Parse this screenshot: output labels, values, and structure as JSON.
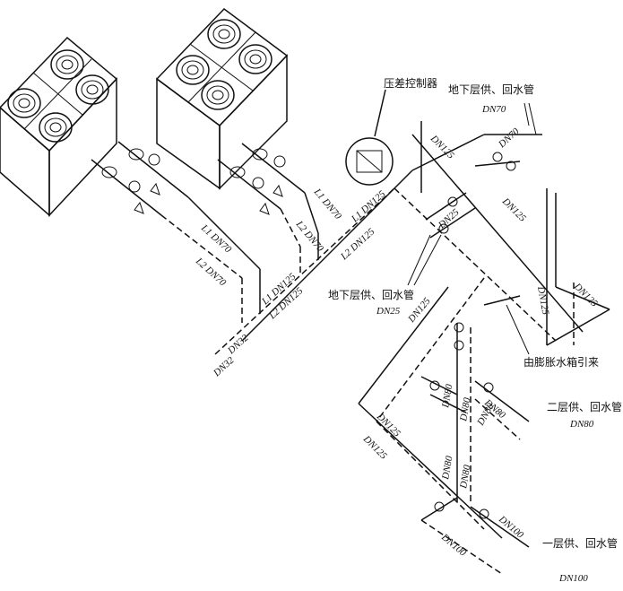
{
  "callouts": {
    "pressure_controller": "压差控制器",
    "basement_top": "地下层供、回水管",
    "basement_top_size": "DN70",
    "basement_left": "地下层供、回水管",
    "basement_left_size": "DN25",
    "expansion_tank": "由膨胀水箱引来",
    "floor2": "二层供、回水管",
    "floor2_size": "DN80",
    "floor1": "一层供、回水管",
    "floor1_size": "DN100"
  },
  "pipe_labels": {
    "L1_DN70_a": "L1 DN70",
    "L2_DN70_a": "L2 DN70",
    "L1_DN70_b": "L1 DN70",
    "L2_DN70_b": "L2 DN70",
    "L1_DN125": "L1 DN125",
    "L2_DN125": "L2 DN125",
    "L1_DN125_b": "L1 DN125",
    "L2_DN125_b": "L2 DN125",
    "DN32_a": "DN32",
    "DN32_b": "DN32",
    "DN25": "DN25",
    "DN70": "DN70",
    "DN125": "DN125",
    "DN80": "DN80",
    "DN100": "DN100"
  }
}
